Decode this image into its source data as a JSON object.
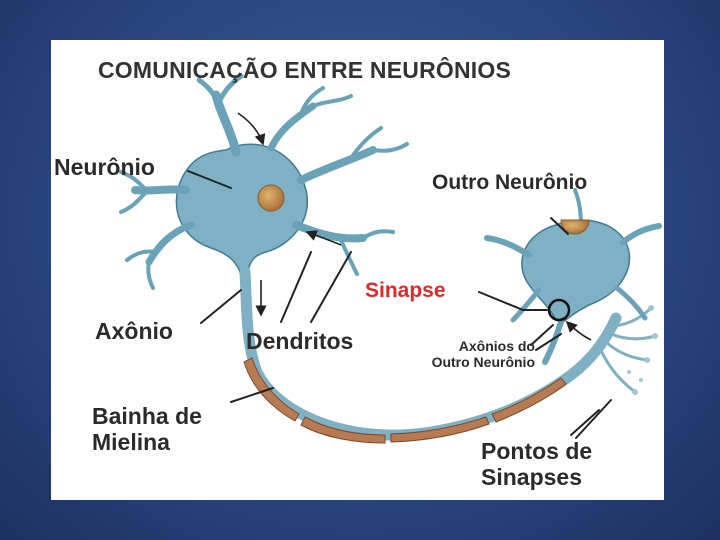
{
  "diagram": {
    "title": "COMUNICAÇÃO ENTRE NEURÔNIOS",
    "labels": {
      "neuronio": "Neurônio",
      "outro_neuronio": "Outro Neurônio",
      "sinapse": "Sinapse",
      "axonio": "Axônio",
      "dendritos": "Dendritos",
      "axonios_do_line1": "Axônios do",
      "axonios_do_line2": "Outro Neurônio",
      "bainha_line1": "Bainha de",
      "bainha_line2": "Mielina",
      "pontos_line1": "Pontos de",
      "pontos_line2": "Sinapses"
    },
    "colors": {
      "neuron_fill": "#7fb0c4",
      "neuron_stroke": "#3f7b93",
      "nucleus": "#c8944e",
      "myelin": "#b77a52",
      "sinapse_label": "#e02828",
      "background": "#2b4680"
    }
  }
}
